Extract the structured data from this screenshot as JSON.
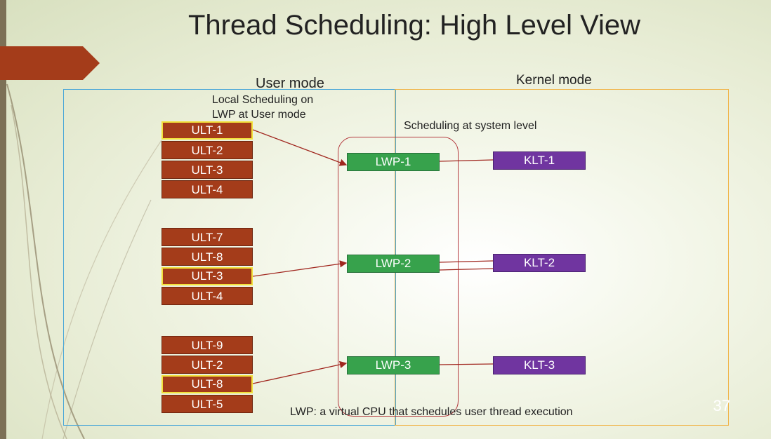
{
  "title": "Thread Scheduling: High Level View",
  "labels": {
    "user_mode": "User mode",
    "kernel_mode": "Kernel mode",
    "local_sched_line1": "Local Scheduling on",
    "local_sched_line2": "LWP at User mode",
    "system_sched": "Scheduling at system level",
    "footnote": "LWP: a virtual CPU that schedules user thread execution"
  },
  "groups": [
    {
      "ults": [
        "ULT-1",
        "ULT-2",
        "ULT-3",
        "ULT-4"
      ],
      "selected": 0,
      "lwp": "LWP-1",
      "klt": "KLT-1"
    },
    {
      "ults": [
        "ULT-7",
        "ULT-8",
        "ULT-3",
        "ULT-4"
      ],
      "selected": 2,
      "lwp": "LWP-2",
      "klt": "KLT-2"
    },
    {
      "ults": [
        "ULT-9",
        "ULT-2",
        "ULT-8",
        "ULT-5"
      ],
      "selected": 2,
      "lwp": "LWP-3",
      "klt": "KLT-3"
    }
  ],
  "page_number": "37",
  "colors": {
    "ult": "#a43c1a",
    "ult_selected_border": "#f2e13a",
    "lwp": "#37a24c",
    "klt": "#7035a0",
    "user_box": "#4aa7d8",
    "kernel_box": "#f0b54a",
    "sched_box": "#b3383d"
  }
}
